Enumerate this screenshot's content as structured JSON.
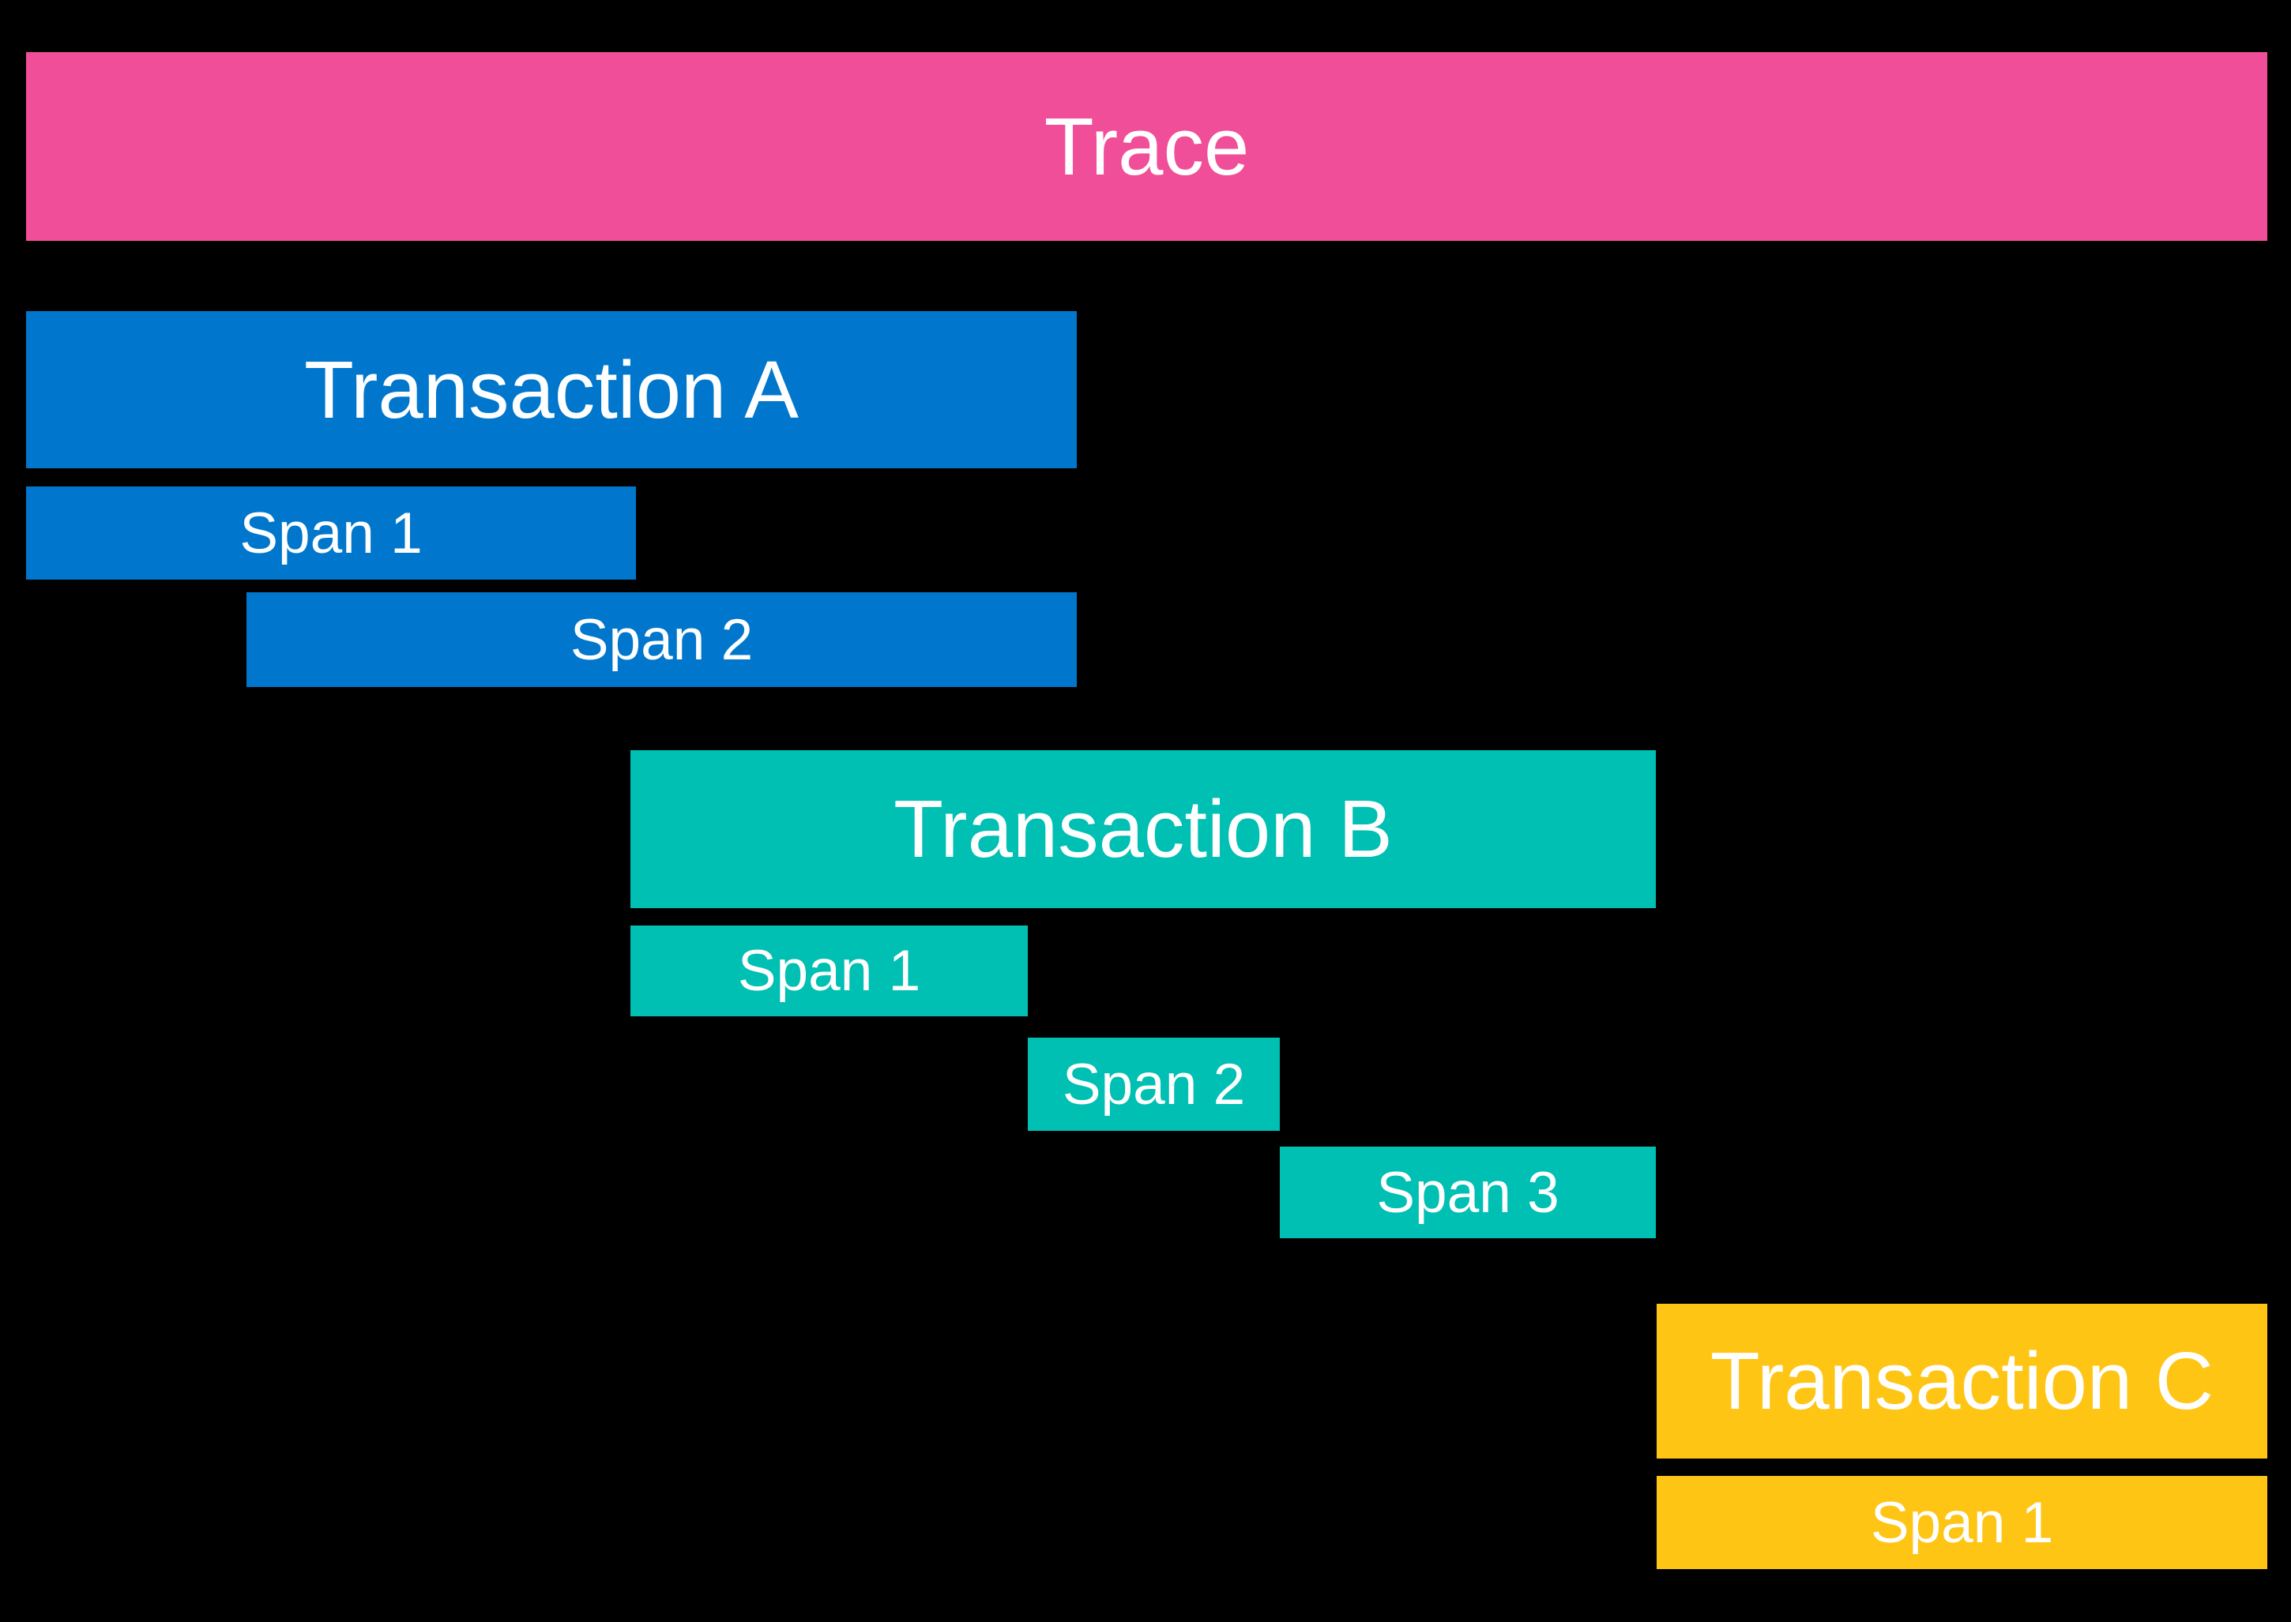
{
  "colors": {
    "background": "#000000",
    "label_text": "#FFFFFF",
    "trace": "#F04E98",
    "transaction_a": "#0077CC",
    "transaction_b": "#00BFB3",
    "transaction_c": "#FEC514"
  },
  "diagram": {
    "type": "distributed-trace-waterfall",
    "trace": {
      "label": "Trace"
    },
    "transactions": [
      {
        "label": "Transaction A",
        "spans": [
          {
            "label": "Span 1"
          },
          {
            "label": "Span 2"
          }
        ]
      },
      {
        "label": "Transaction B",
        "spans": [
          {
            "label": "Span 1"
          },
          {
            "label": "Span 2"
          },
          {
            "label": "Span 3"
          }
        ]
      },
      {
        "label": "Transaction C",
        "spans": [
          {
            "label": "Span 1"
          }
        ]
      }
    ]
  }
}
